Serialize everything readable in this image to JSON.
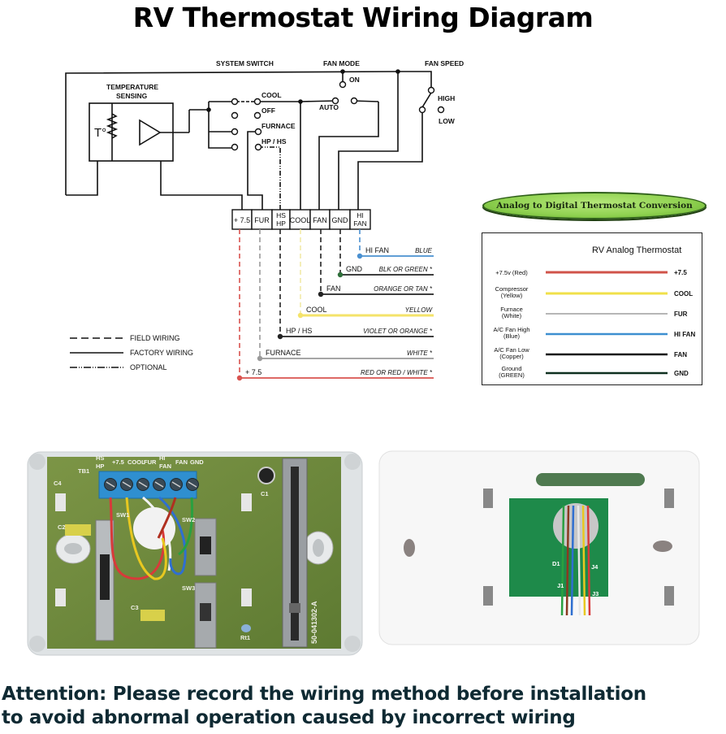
{
  "title": "RV Thermostat Wiring Diagram",
  "schematic": {
    "system_switch_label": "SYSTEM SWITCH",
    "fan_mode_label": "FAN MODE",
    "fan_speed_label": "FAN SPEED",
    "temp_sensing_label_1": "TEMPERATURE",
    "temp_sensing_label_2": "SENSING",
    "temp_symbol": "T°",
    "switch_positions": [
      "COOL",
      "OFF",
      "FURNACE",
      "HP / HS"
    ],
    "fan_mode_positions": [
      "ON",
      "AUTO"
    ],
    "fan_speed_positions": [
      "HIGH",
      "LOW"
    ],
    "terminals": [
      {
        "line1": "+ 7.5",
        "line2": ""
      },
      {
        "line1": "FUR",
        "line2": ""
      },
      {
        "line1": "HS",
        "line2": "HP"
      },
      {
        "line1": "COOL",
        "line2": ""
      },
      {
        "line1": "FAN",
        "line2": ""
      },
      {
        "line1": "GND",
        "line2": ""
      },
      {
        "line1": "HI",
        "line2": "FAN"
      }
    ],
    "wires": [
      {
        "label": "HI   FAN",
        "color_name": "BLUE",
        "color": "#4a90d0"
      },
      {
        "label": "GND",
        "color_name": "BLK OR GREEN *",
        "color": "#222222"
      },
      {
        "label": "FAN",
        "color_name": "ORANGE OR TAN *",
        "color": "#222222"
      },
      {
        "label": "COOL",
        "color_name": "YELLOW",
        "color": "#f4e36a"
      },
      {
        "label": "HP / HS",
        "color_name": "VIOLET OR ORANGE *",
        "color": "#222222"
      },
      {
        "label": "FURNACE",
        "color_name": "WHITE *",
        "color": "#9a9a9a"
      },
      {
        "label": "+ 7.5",
        "color_name": "RED OR RED / WHITE *",
        "color": "#d9534f"
      }
    ],
    "legend": [
      {
        "style": "dashed",
        "label": "FIELD WIRING"
      },
      {
        "style": "solid",
        "label": "FACTORY WIRING"
      },
      {
        "style": "dashdot",
        "label": "OPTIONAL"
      }
    ]
  },
  "conversion": {
    "banner": "Analog to Digital Thermostat Conversion",
    "box_title": "RV Analog Thermostat",
    "rows": [
      {
        "left_1": "+7.5v (Red)",
        "left_2": "",
        "right": "+7.5",
        "color": "#d0534a"
      },
      {
        "left_1": "Compressor",
        "left_2": "(Yellow)",
        "right": "COOL",
        "color": "#f0e04a"
      },
      {
        "left_1": "Furnace",
        "left_2": "(White)",
        "right": "FUR",
        "color": "#8a8a8a"
      },
      {
        "left_1": "A/C Fan High",
        "left_2": "(Blue)",
        "right": "HI FAN",
        "color": "#3d8fd0"
      },
      {
        "left_1": "A/C Fan Low",
        "left_2": "(Copper)",
        "right": "FAN",
        "color": "#111111"
      },
      {
        "left_1": "Ground",
        "left_2": "(GREEN)",
        "right": "GND",
        "color": "#0f3020"
      }
    ]
  },
  "photo_left": {
    "terminal_labels": [
      {
        "l1": "HS",
        "l2": "HP"
      },
      {
        "l1": "+7.5",
        "l2": ""
      },
      {
        "l1": "COOL",
        "l2": ""
      },
      {
        "l1": "FUR",
        "l2": ""
      },
      {
        "l1": "HI",
        "l2": "FAN"
      },
      {
        "l1": "FAN",
        "l2": ""
      },
      {
        "l1": "GND",
        "l2": ""
      }
    ],
    "board_labels": {
      "tb1": "TB1",
      "c4": "C4",
      "c2": "C2",
      "c3": "C3",
      "c1": "C1",
      "sw1": "SW1",
      "sw2": "SW2",
      "sw3": "SW3",
      "rt1": "Rt1",
      "part": "50-041302-A"
    },
    "wire_colors": [
      "#d83a3a",
      "#e8c820",
      "#f2f2f2",
      "#2f6fd0",
      "#b03020",
      "#2aa040"
    ]
  },
  "photo_right": {
    "board_labels": {
      "d1": "D1",
      "j4": "J4",
      "j3": "J3",
      "j1": "J1"
    },
    "wire_colors": [
      "#2aa040",
      "#8a3a20",
      "#2f6fd0",
      "#e8e8e8",
      "#e8c820",
      "#d83a3a"
    ]
  },
  "attention": {
    "line1": "Attention: Please record the wiring method before installation",
    "line2": "to avoid abnormal operation caused by incorrect wiring"
  }
}
